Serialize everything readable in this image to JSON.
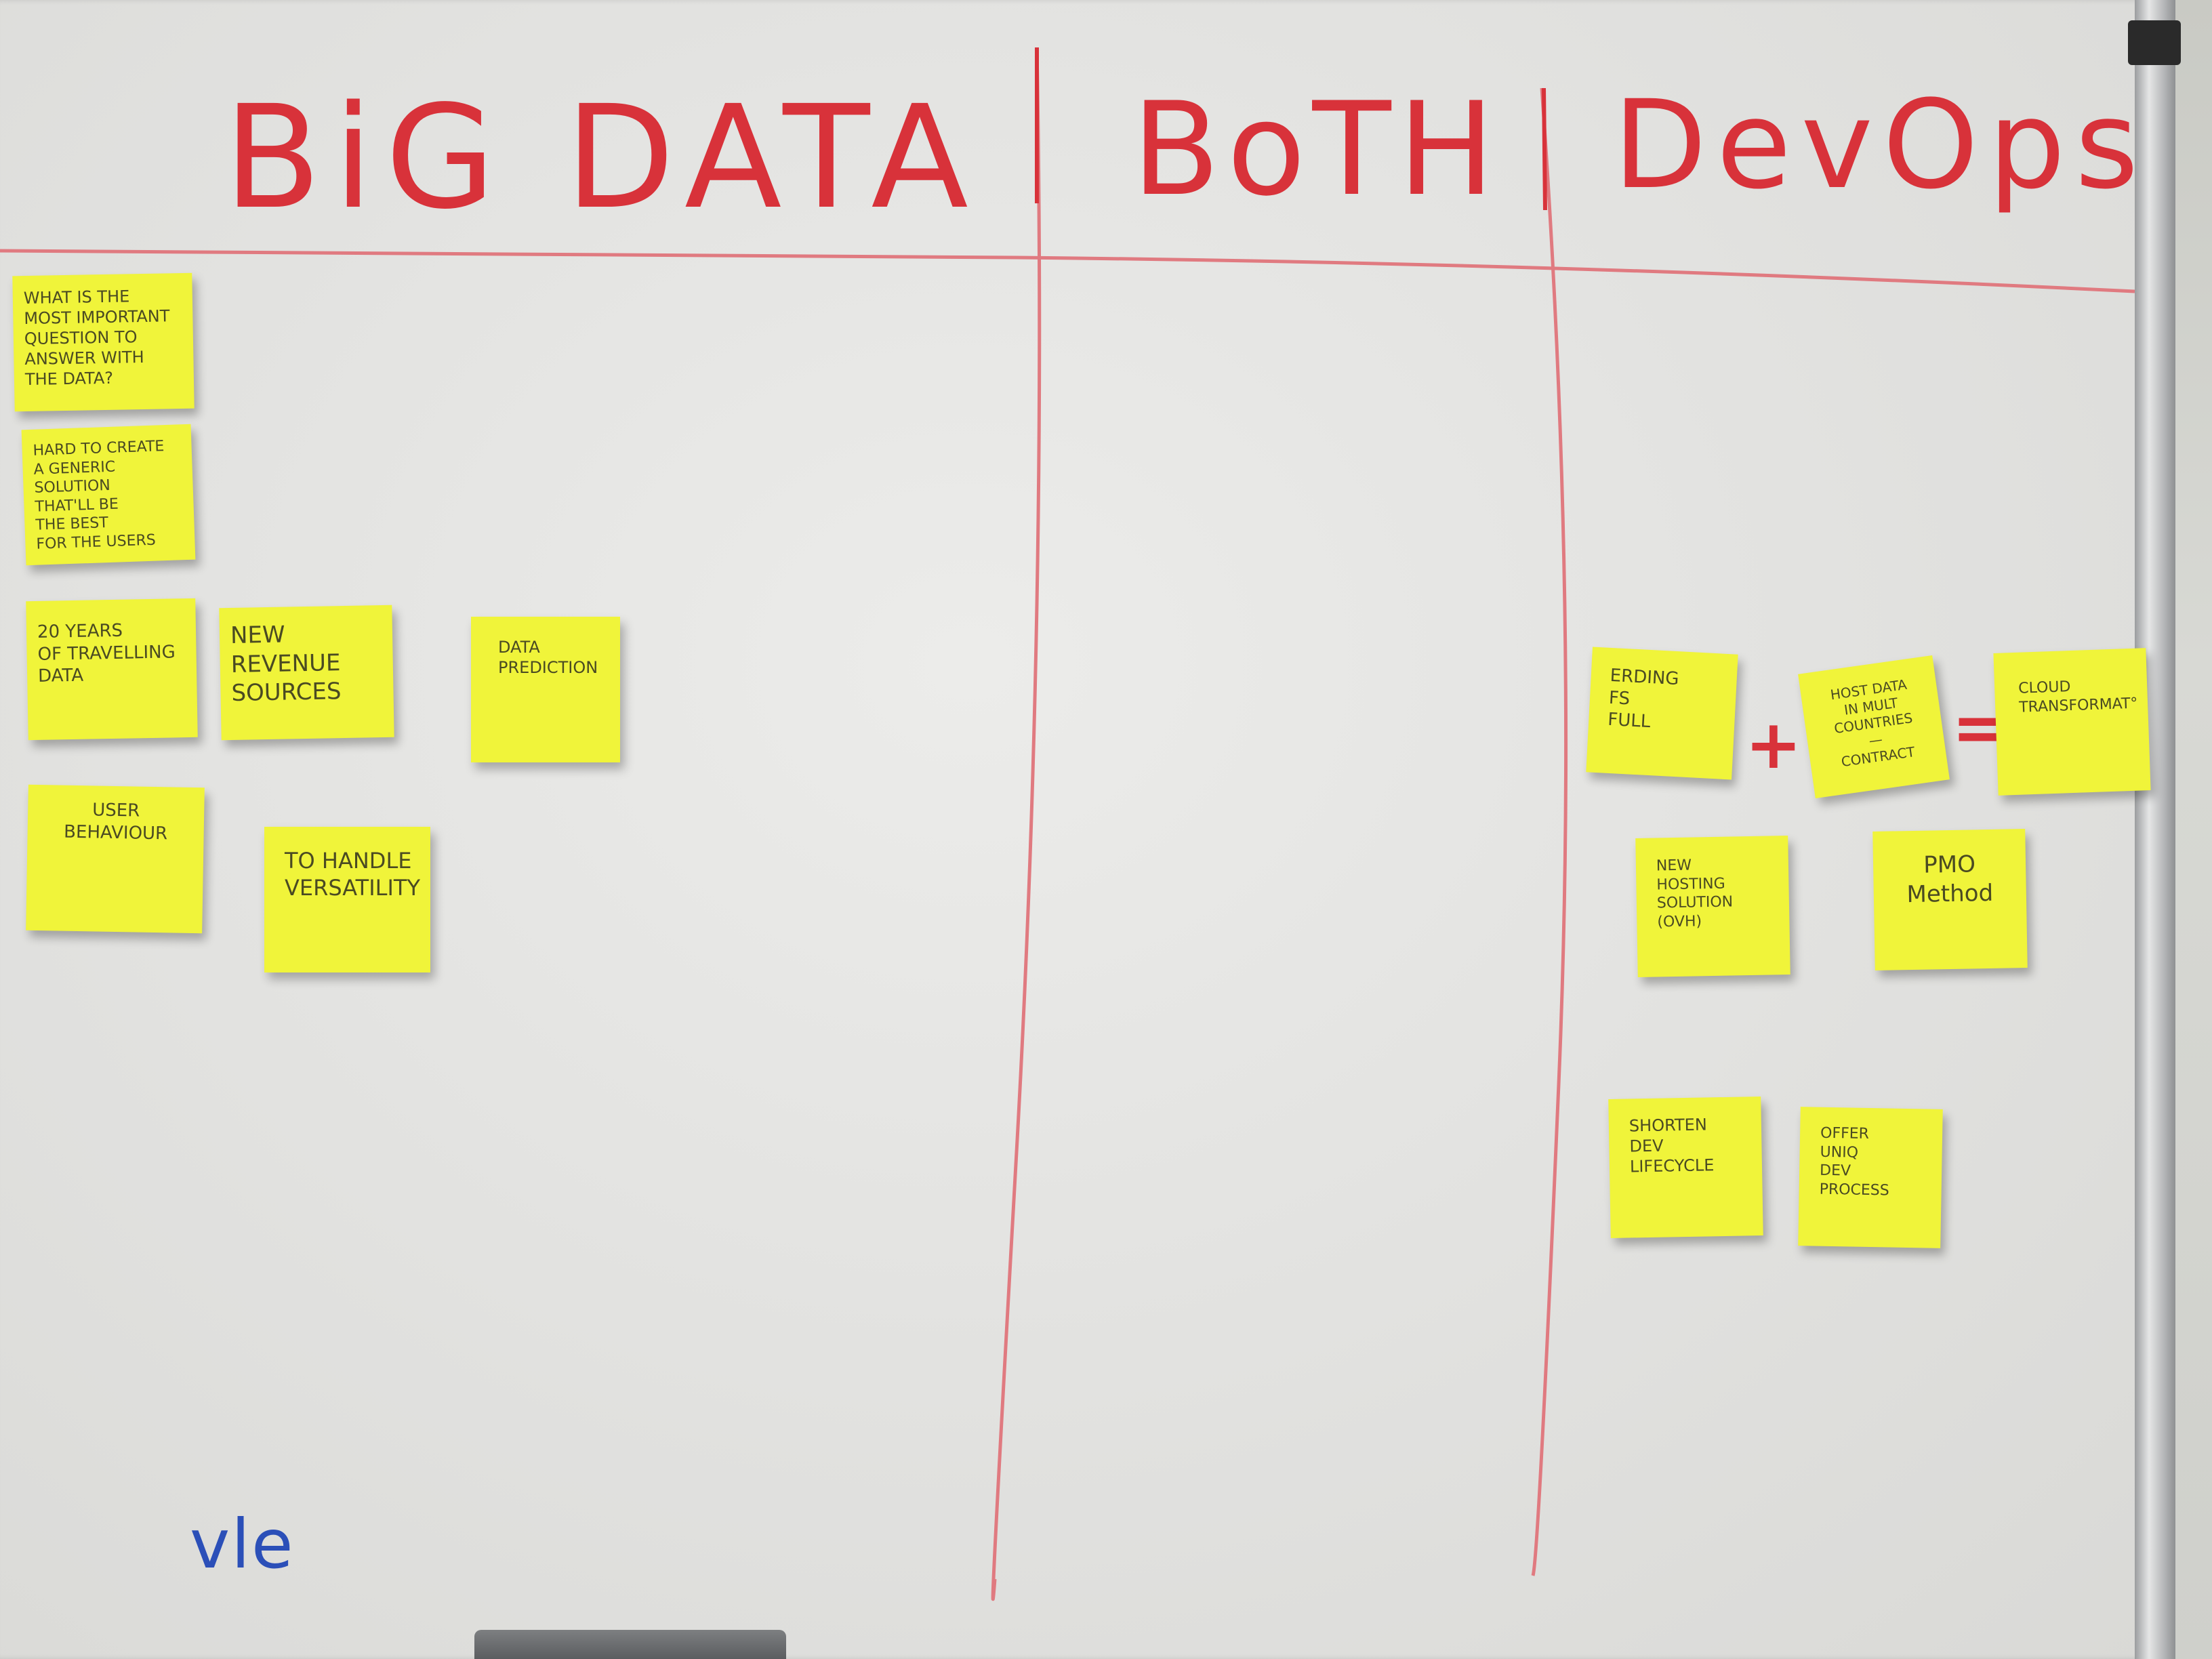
{
  "columns": [
    {
      "heading": "BiG DATA"
    },
    {
      "heading": "BoTH"
    },
    {
      "heading": "DevOps"
    }
  ],
  "notes": {
    "bd1": "WHAT IS THE\nMOST IMPORTANT\nQUESTION TO\nANSWER WITH\nTHE DATA?",
    "bd2": "HARD TO CREATE\nA GENERIC\nSOLUTION\nTHAT'LL BE\nTHE BEST\nFOR THE USERS",
    "bd3": "20 YEARS\nOF TRAVELLING\nDATA",
    "bd4": "NEW\nREVENUE\nSOURCES",
    "bd5": "DATA\nPREDICTION",
    "bd6": "USER\nBEHAVIOUR",
    "bd7": "TO HANDLE\nVERSATILITY",
    "do1": "ERDING\nFS\nFULL",
    "do2": "HOST DATA\nIN MULT COUNTRIES\n—\nCONTRACT",
    "do3": "CLOUD\nTRANSFORMAT°",
    "do4": "NEW\nHOSTING\nSOLUTION\n(OVH)",
    "do5": "PMO\nMethod",
    "do6": "SHORTEN\nDEV\nLIFECYCLE",
    "do7": "OFFER\nUNIQ\nDEV\nPROCESS"
  },
  "symbols": {
    "plus": "+",
    "equals": "="
  },
  "marker_scribble": "vle",
  "colors": {
    "marker_red": "#d8323a",
    "sticky_yellow": "#f0f43a",
    "marker_blue": "#2b4fb8"
  }
}
